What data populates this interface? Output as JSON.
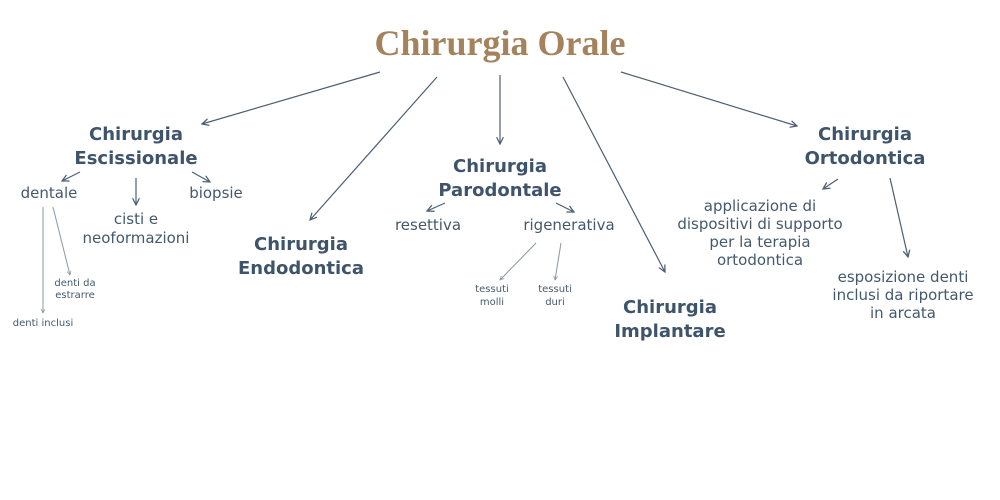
{
  "title": "Chirurgia Orale",
  "colors": {
    "title": "#a3825c",
    "node_text": "#3e546a",
    "sub_text": "#44596e",
    "edge": "#4b5f73",
    "edge_light": "#8a97a3"
  },
  "nodes": {
    "escissionale": {
      "label": [
        "Chirurgia",
        "Escissionale"
      ],
      "dentale": {
        "label": "dentale",
        "denti_da_estrarre": [
          "denti da",
          "estrarre"
        ],
        "denti_inclusi": "denti inclusi"
      },
      "cisti": [
        "cisti e",
        "neoformazioni"
      ],
      "biopsie": "biopsie"
    },
    "endodontica": {
      "label": [
        "Chirurgia",
        "Endodontica"
      ]
    },
    "parodontale": {
      "label": [
        "Chirurgia",
        "Parodontale"
      ],
      "resettiva": "resettiva",
      "rigenerativa": {
        "label": "rigenerativa",
        "tessuti_molli": [
          "tessuti",
          "molli"
        ],
        "tessuti_duri": [
          "tessuti",
          "duri"
        ]
      }
    },
    "implantare": {
      "label": [
        "Chirurgia",
        "Implantare"
      ]
    },
    "ortodontica": {
      "label": [
        "Chirurgia",
        "Ortodontica"
      ],
      "applicazione": [
        "applicazione di",
        "dispositivi di supporto",
        "per la terapia",
        "ortodontica"
      ],
      "esposizione": [
        "esposizione denti",
        "inclusi da riportare",
        "in arcata"
      ]
    }
  }
}
